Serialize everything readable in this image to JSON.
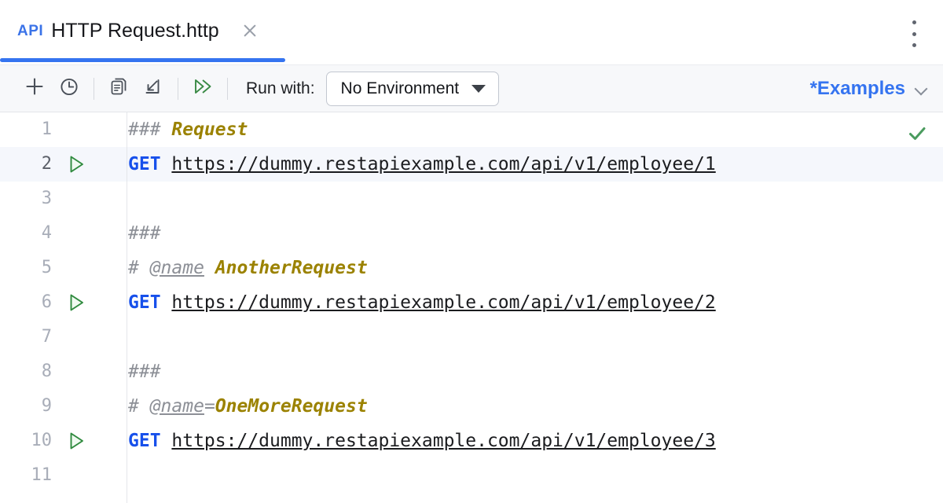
{
  "tab": {
    "badge": "API",
    "title": "HTTP Request.http",
    "close_icon": "close-icon",
    "accent_color": "#3574f0"
  },
  "tabbar": {
    "more_icon": "more-vertical-icon"
  },
  "toolbar": {
    "buttons": [
      {
        "name": "add-request-button",
        "icon": "plus-icon"
      },
      {
        "name": "history-button",
        "icon": "clock-icon"
      },
      {
        "name": "open-log-button",
        "icon": "document-copy-icon"
      },
      {
        "name": "import-button",
        "icon": "import-arrow-icon"
      },
      {
        "name": "run-all-button",
        "icon": "double-chevron-run-icon"
      }
    ],
    "run_with_label": "Run with:",
    "environment": {
      "value": "No Environment",
      "caret_icon": "caret-down-icon"
    },
    "examples": {
      "label": "*Examples",
      "chevron_icon": "chevron-down-icon",
      "color": "#3574f0"
    }
  },
  "editor": {
    "current_line": 2,
    "inspection_status_icon": "checkmark-icon",
    "inspection_status_color": "#4a9b5e",
    "lines": [
      {
        "number": "1",
        "runnable": false,
        "tokens": [
          {
            "text": "### ",
            "type": "comment"
          },
          {
            "text": "Request",
            "type": "header"
          }
        ]
      },
      {
        "number": "2",
        "runnable": true,
        "tokens": [
          {
            "text": "GET ",
            "type": "method"
          },
          {
            "text": "https://dummy.restapiexample.com/api/v1/employee/1",
            "type": "url"
          }
        ]
      },
      {
        "number": "3",
        "runnable": false,
        "tokens": []
      },
      {
        "number": "4",
        "runnable": false,
        "tokens": [
          {
            "text": "###",
            "type": "comment"
          }
        ]
      },
      {
        "number": "5",
        "runnable": false,
        "tokens": [
          {
            "text": "# ",
            "type": "comment"
          },
          {
            "text": "@name",
            "type": "at"
          },
          {
            "text": " ",
            "type": "comment"
          },
          {
            "text": "AnotherRequest",
            "type": "header"
          }
        ]
      },
      {
        "number": "6",
        "runnable": true,
        "tokens": [
          {
            "text": "GET ",
            "type": "method"
          },
          {
            "text": "https://dummy.restapiexample.com/api/v1/employee/2",
            "type": "url"
          }
        ]
      },
      {
        "number": "7",
        "runnable": false,
        "tokens": []
      },
      {
        "number": "8",
        "runnable": false,
        "tokens": [
          {
            "text": "###",
            "type": "comment"
          }
        ]
      },
      {
        "number": "9",
        "runnable": false,
        "tokens": [
          {
            "text": "# ",
            "type": "comment"
          },
          {
            "text": "@name",
            "type": "at"
          },
          {
            "text": "=",
            "type": "comment"
          },
          {
            "text": "OneMoreRequest",
            "type": "header"
          }
        ]
      },
      {
        "number": "10",
        "runnable": true,
        "tokens": [
          {
            "text": "GET ",
            "type": "method"
          },
          {
            "text": "https://dummy.restapiexample.com/api/v1/employee/3",
            "type": "url"
          }
        ]
      },
      {
        "number": "11",
        "runnable": false,
        "tokens": []
      }
    ]
  }
}
